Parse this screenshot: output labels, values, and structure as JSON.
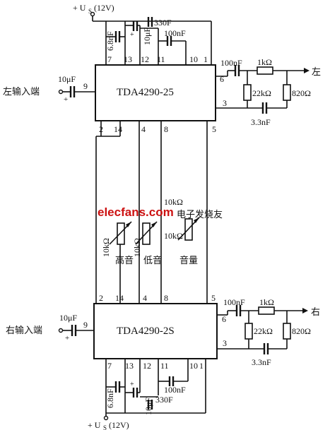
{
  "top_supply": "+ U",
  "top_supply_sub": "S",
  "top_supply_val": "(12V)",
  "bottom_supply": "+ U",
  "bottom_supply_sub": "S",
  "bottom_supply_val": "(12V)",
  "upper_ic": {
    "name": "TDA4290-25",
    "pins": {
      "p7": "7",
      "p13": "13",
      "p12": "12",
      "p11": "11",
      "p10": "10",
      "p1": "1",
      "p9": "9",
      "p6": "6",
      "p3": "3",
      "p2": "2",
      "p14": "14",
      "p4": "4",
      "p8": "8",
      "p5": "5"
    },
    "caps": {
      "c7": "6.8nF",
      "c12": "10μF",
      "c13": "330F",
      "c11": "100nF",
      "in": "10μF",
      "out": "100nF",
      "fb": "3.3nF"
    },
    "res": {
      "series": "1kΩ",
      "r1": "22kΩ",
      "r2": "820Ω"
    },
    "input_label": "左输入端",
    "output_label": "左"
  },
  "lower_ic": {
    "name": "TDA4290-2S",
    "pins": {
      "p7": "7",
      "p13": "13",
      "p12": "12",
      "p11": "11",
      "p10": "10",
      "p1": "1",
      "p9": "9",
      "p6": "6",
      "p3": "3",
      "p2": "2",
      "p14": "14",
      "p4": "4",
      "p8": "8",
      "p5": "5"
    },
    "caps": {
      "c7": "6.8nF",
      "c12": "10μF",
      "c13": "330F",
      "c11": "100nF",
      "in": "10μF",
      "out": "100nF",
      "fb": "3.3nF"
    },
    "res": {
      "series": "1kΩ",
      "r1": "22kΩ",
      "r2": "820Ω"
    },
    "input_label": "右输入端",
    "output_label": "右"
  },
  "pots": {
    "treble_value": "10kΩ",
    "treble_label": "高音",
    "bass_value": "10kΩ",
    "bass_label": "低音",
    "volume_value_top": "10kΩ",
    "volume_value": "10kΩ",
    "volume_label": "音量"
  },
  "watermark": "elecfans.com",
  "watermark_cn": "电子发烧友",
  "colors": {
    "ink": "#111111",
    "watermark": "#cc1111"
  }
}
